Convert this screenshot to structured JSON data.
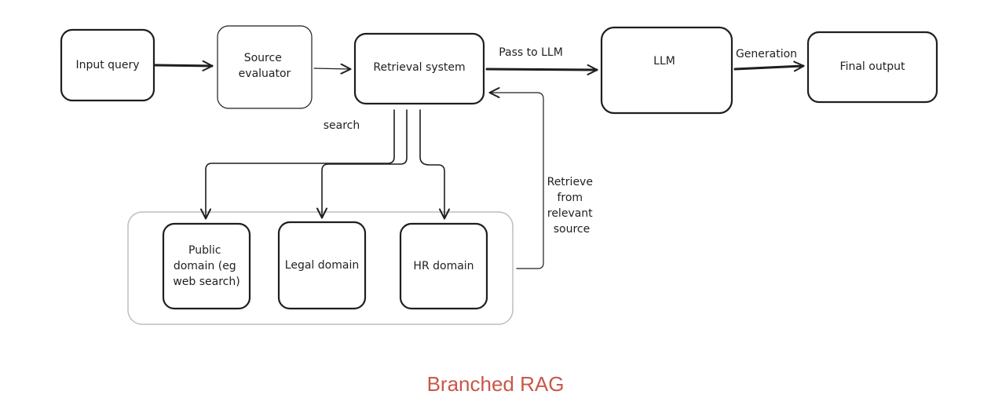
{
  "diagram": {
    "nodes": {
      "input_query": [
        "Input query"
      ],
      "source_evaluator": [
        "Source",
        "evaluator"
      ],
      "retrieval_system": [
        "Retrieval system"
      ],
      "llm": [
        "LLM"
      ],
      "final_output": [
        "Final output"
      ],
      "public_domain": [
        "Public",
        "domain (eg",
        "web search)"
      ],
      "legal_domain": [
        "Legal domain"
      ],
      "hr_domain": [
        "HR domain"
      ]
    },
    "edges": {
      "pass_to_llm": [
        "Pass to LLM"
      ],
      "generation": [
        "Generation"
      ],
      "search": [
        "search"
      ],
      "retrieve": [
        "Retrieve",
        "from",
        "relevant",
        "source"
      ]
    },
    "caption": "Branched RAG"
  },
  "colors": {
    "stroke": "#1f1f1f",
    "group_stroke": "#bdbdbd",
    "caption": "#c8574a",
    "background": "#ffffff"
  }
}
